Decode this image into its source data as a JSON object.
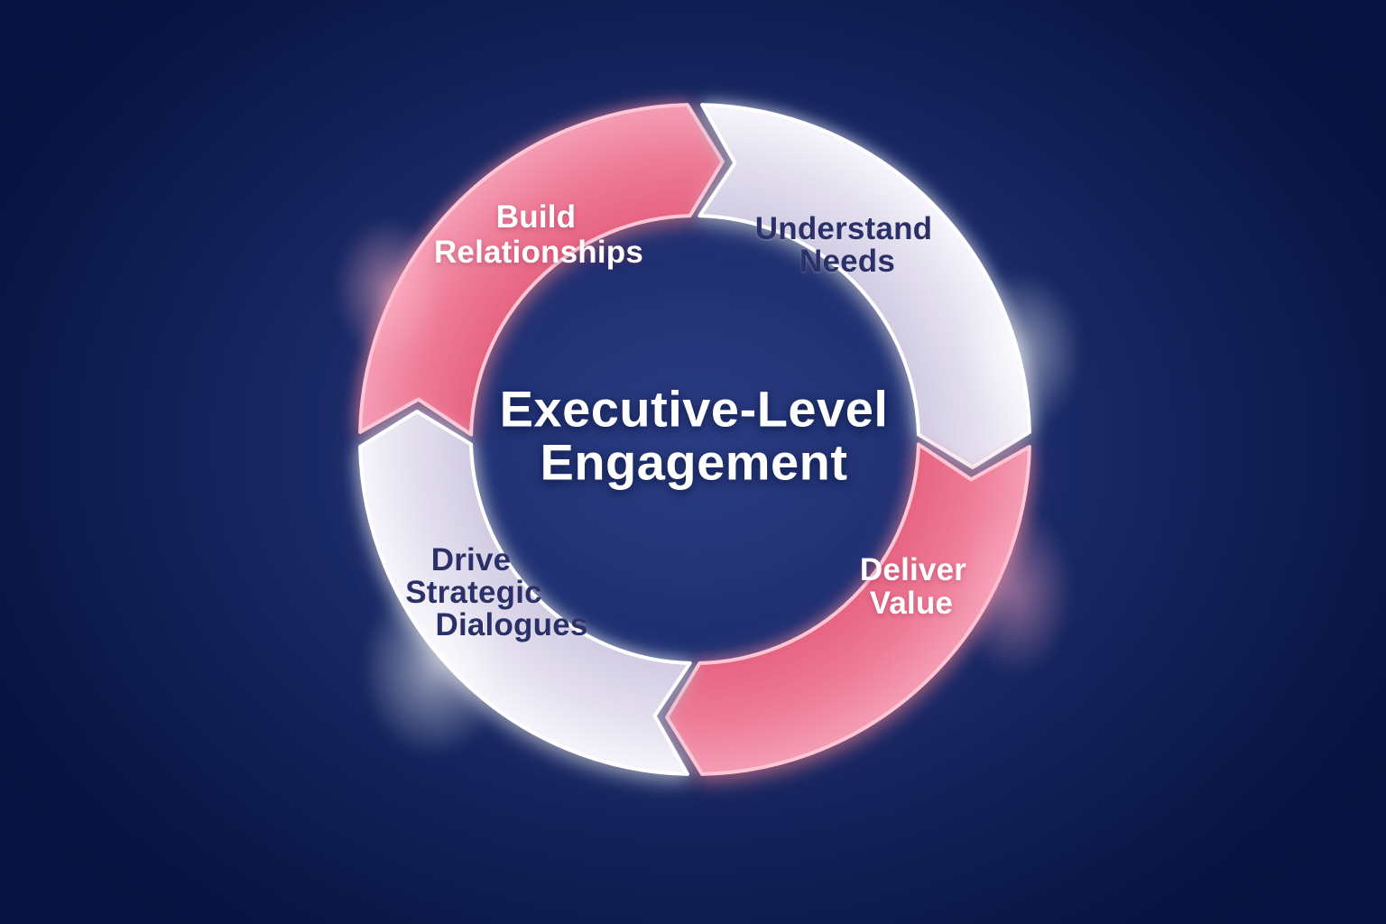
{
  "diagram": {
    "type": "cycle-diagram",
    "flow_direction": "clockwise",
    "center_title": {
      "lines": [
        "Executive-Level",
        "Engagement"
      ]
    },
    "segments": [
      {
        "name": "Build Relationships",
        "lines": [
          "Build",
          "Relationships"
        ],
        "position": "top-left",
        "fill": "#ee7b97",
        "text_color": "#ffffff"
      },
      {
        "name": "Understand Needs",
        "lines": [
          "Understand",
          "Needs"
        ],
        "position": "top-right",
        "fill": "#e2deee",
        "text_color": "#2b3168"
      },
      {
        "name": "Deliver Value",
        "lines": [
          "Deliver",
          "Value"
        ],
        "position": "bottom-right",
        "fill": "#ee7b97",
        "text_color": "#ffffff"
      },
      {
        "name": "Drive Strategic Dialogues",
        "lines": [
          "Drive",
          "Strategic",
          "Dialogues"
        ],
        "position": "bottom-left",
        "fill": "#e2deee",
        "text_color": "#2b3168"
      }
    ],
    "colors": {
      "background_center": "#2a3c82",
      "background_edge": "#071340",
      "pink_segment": "#ee7b97",
      "pink_glow": "#f9a8bd",
      "lavender_segment": "#e2deee",
      "white_glow": "#ffffff",
      "navy_label_text": "#2b3168",
      "white_label_text": "#ffffff"
    }
  }
}
